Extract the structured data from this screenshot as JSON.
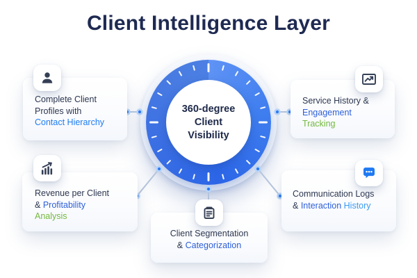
{
  "title": "Client Intelligence Layer",
  "center": {
    "lines": [
      "360-degree",
      "Client",
      "Visibility"
    ]
  },
  "colors": {
    "title_navy": "#1f2a52",
    "navy": "#2c364f",
    "azure": "#1e7cf2",
    "royal": "#2d5fd8",
    "sky": "#3a9bf1",
    "green": "#74b93e",
    "accent_blue": "#2e7bf3",
    "ring_blue": "#2c66e7",
    "icon_navy": "#343f55"
  },
  "cards": [
    {
      "name": "complete-client-profiles-card",
      "icon": "person-icon",
      "lines": [
        [
          {
            "t": "Complete Client",
            "c": "navy"
          }
        ],
        [
          {
            "t": "Profiles with",
            "c": "navy"
          }
        ],
        [
          {
            "t": "Contact Hierarchy",
            "c": "azure"
          }
        ]
      ]
    },
    {
      "name": "service-history-card",
      "icon": "trend-chart-icon",
      "lines": [
        [
          {
            "t": "Service History &",
            "c": "navy"
          }
        ],
        [
          {
            "t": "Engagement",
            "c": "royal"
          }
        ],
        [
          {
            "t": "Tracking",
            "c": "green"
          }
        ]
      ]
    },
    {
      "name": "revenue-profitability-card",
      "icon": "bar-chart-icon",
      "lines": [
        [
          {
            "t": "Revenue per Client",
            "c": "navy"
          }
        ],
        [
          {
            "t": "& ",
            "c": "navy"
          },
          {
            "t": "Profitability",
            "c": "royal"
          }
        ],
        [
          {
            "t": "Analysis",
            "c": "green"
          }
        ]
      ]
    },
    {
      "name": "communication-logs-card",
      "icon": "chat-bubble-icon",
      "lines": [
        [
          {
            "t": "Communication Logs",
            "c": "navy"
          }
        ],
        [
          {
            "t": "& ",
            "c": "navy"
          },
          {
            "t": "Interaction ",
            "c": "royal"
          },
          {
            "t": "History",
            "c": "sky"
          }
        ]
      ]
    },
    {
      "name": "client-segmentation-card",
      "icon": "clipboard-icon",
      "lines": [
        [
          {
            "t": "Client Segmentation",
            "c": "navy"
          }
        ],
        [
          {
            "t": "& ",
            "c": "navy"
          },
          {
            "t": "Categorization",
            "c": "royal"
          }
        ]
      ]
    }
  ]
}
